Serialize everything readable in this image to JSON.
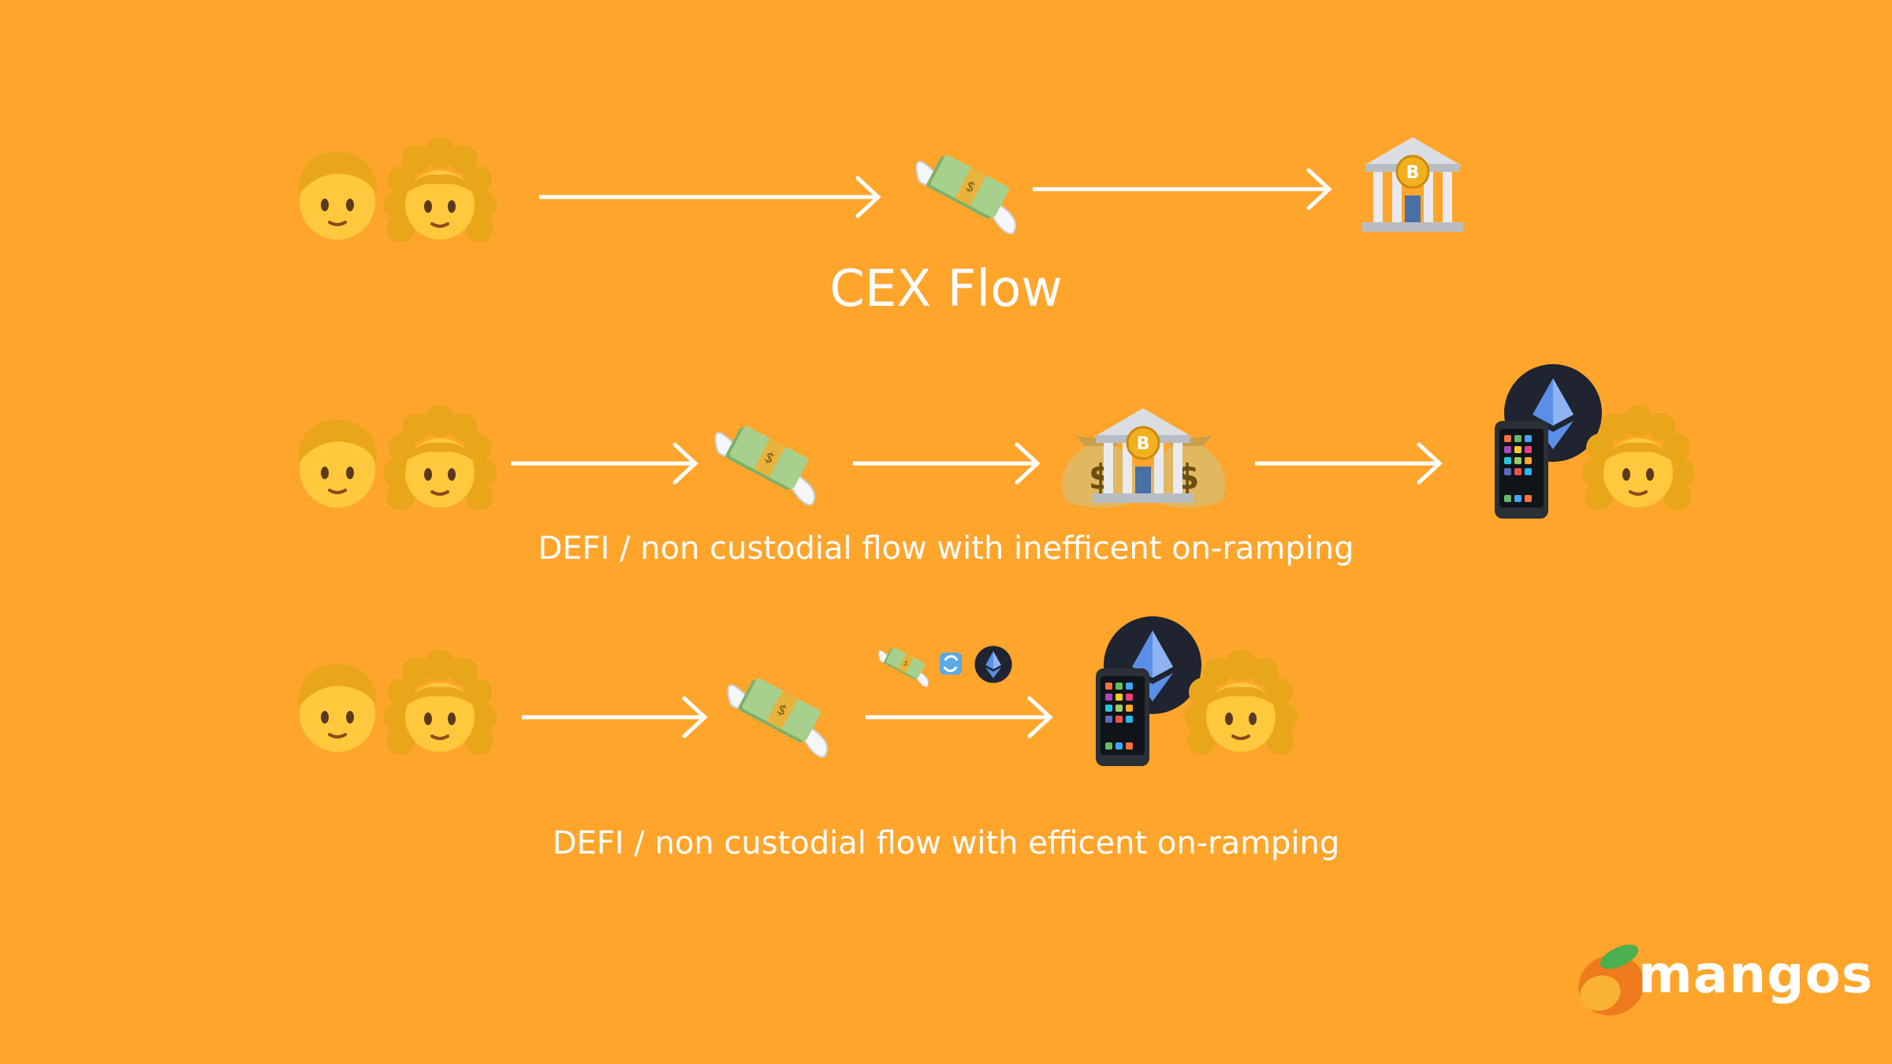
{
  "title": "CEX Flow",
  "caption_inefficient": "DEFI / non custodial flow with inefficent on-ramping",
  "caption_efficient": "DEFI / non custodial flow with efficent on-ramping",
  "logo_text": "mangos",
  "colors": {
    "background": "#FFA52C",
    "arrow": "#FFFFFF",
    "text": "#FFFFFF",
    "skin": "#FFC83D",
    "hair": "#E9A61A",
    "money": "#8DBF7A",
    "bank": "#DADDE1",
    "coin": "#F2B01E",
    "eth_circle": "#1F2430",
    "eth_diamond": "#5B8EE6",
    "phone": "#2B2F36"
  },
  "icons": [
    "person-icon",
    "woman-icon",
    "flying-money-icon",
    "bitcoin-bank-icon",
    "money-bag-icon",
    "ethereum-icon",
    "mobile-phone-icon",
    "swap-icon",
    "mango-icon"
  ]
}
